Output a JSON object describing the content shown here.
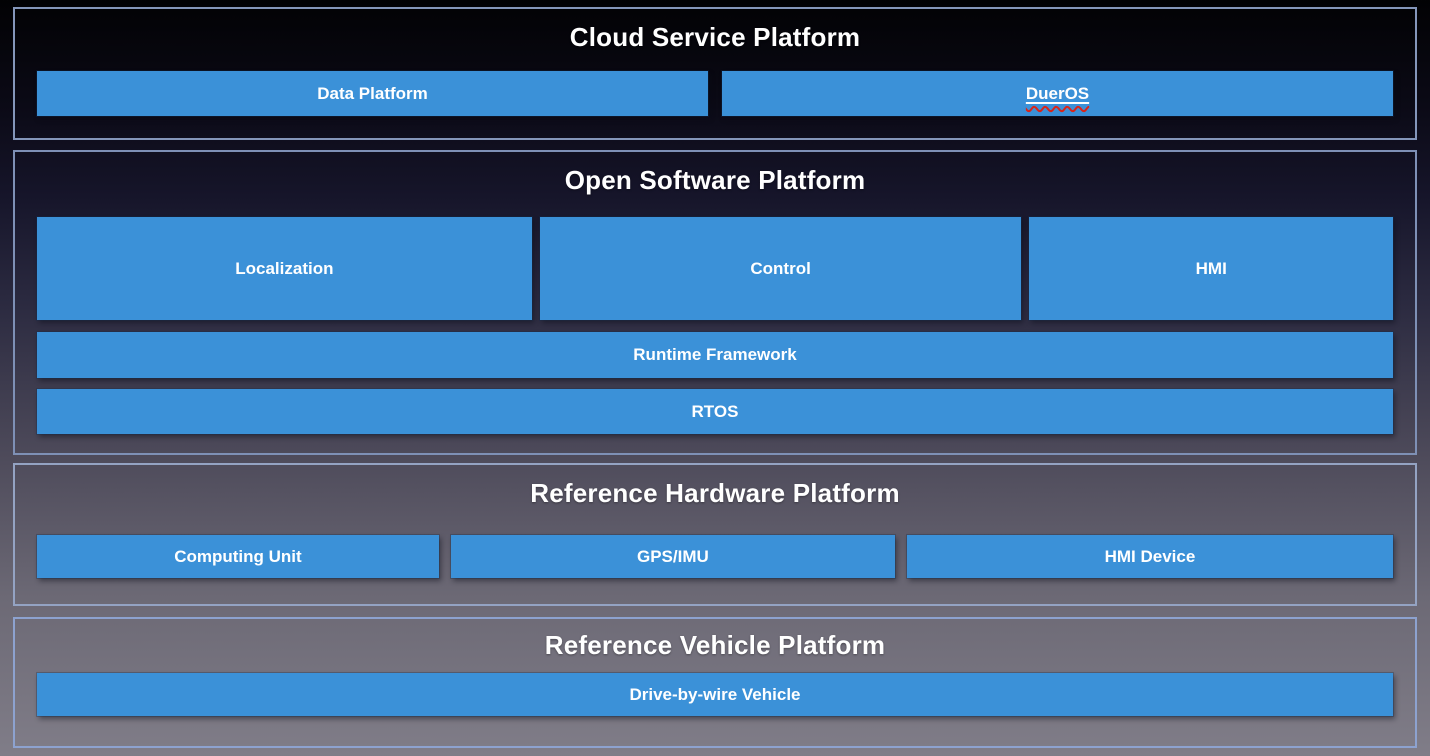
{
  "colors": {
    "box_blue": "#3b91d8",
    "section_border": "#8ea0c4",
    "background_top": "#020204",
    "background_bottom": "#807d88",
    "text": "#ffffff",
    "spellcheck_red": "#da2418"
  },
  "cloud": {
    "title": "Cloud Service Platform",
    "data_platform": "Data Platform",
    "dueros": "DuerOS"
  },
  "software": {
    "title": "Open Software Platform",
    "localization": "Localization",
    "control": "Control",
    "hmi": "HMI",
    "runtime_framework": "Runtime Framework",
    "rtos": "RTOS"
  },
  "hardware": {
    "title": "Reference Hardware Platform",
    "computing_unit": "Computing Unit",
    "gps_imu": "GPS/IMU",
    "hmi_device": "HMI Device"
  },
  "vehicle": {
    "title": "Reference Vehicle Platform",
    "drive_by_wire": "Drive-by-wire Vehicle"
  }
}
